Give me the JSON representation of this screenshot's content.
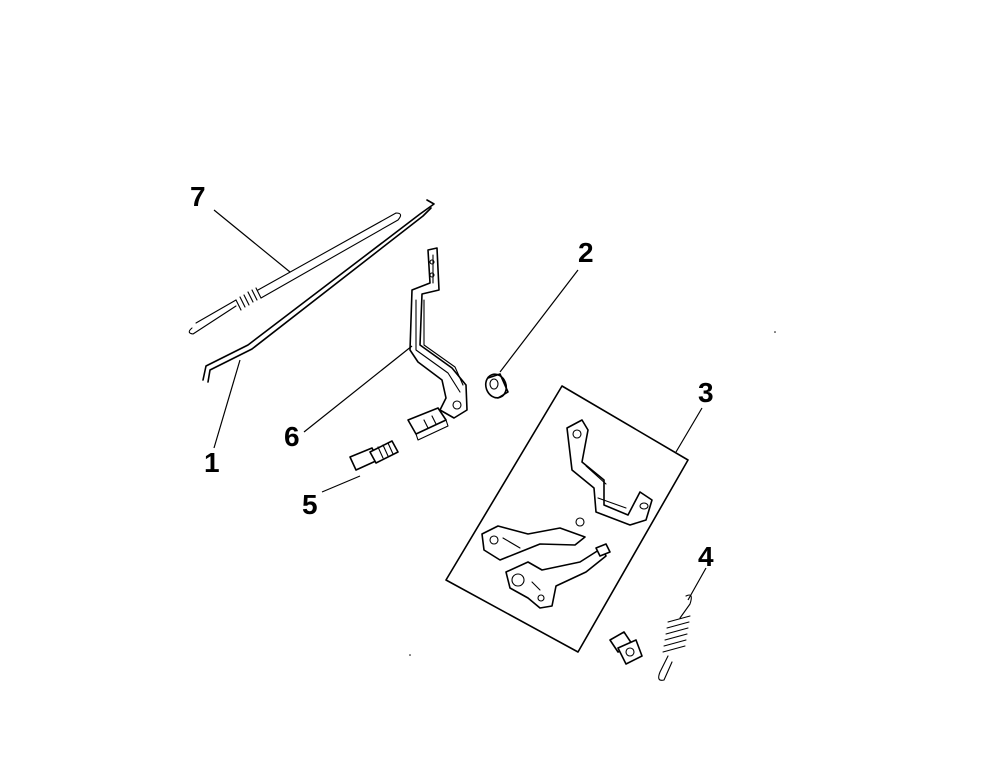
{
  "diagram": {
    "labels": [
      {
        "id": "part-1",
        "text": "1"
      },
      {
        "id": "part-2",
        "text": "2"
      },
      {
        "id": "part-3",
        "text": "3"
      },
      {
        "id": "part-4",
        "text": "4"
      },
      {
        "id": "part-5",
        "text": "5"
      },
      {
        "id": "part-6",
        "text": "6"
      },
      {
        "id": "part-7",
        "text": "7"
      }
    ],
    "ink_color": "#000000",
    "background_color": "#ffffff"
  }
}
